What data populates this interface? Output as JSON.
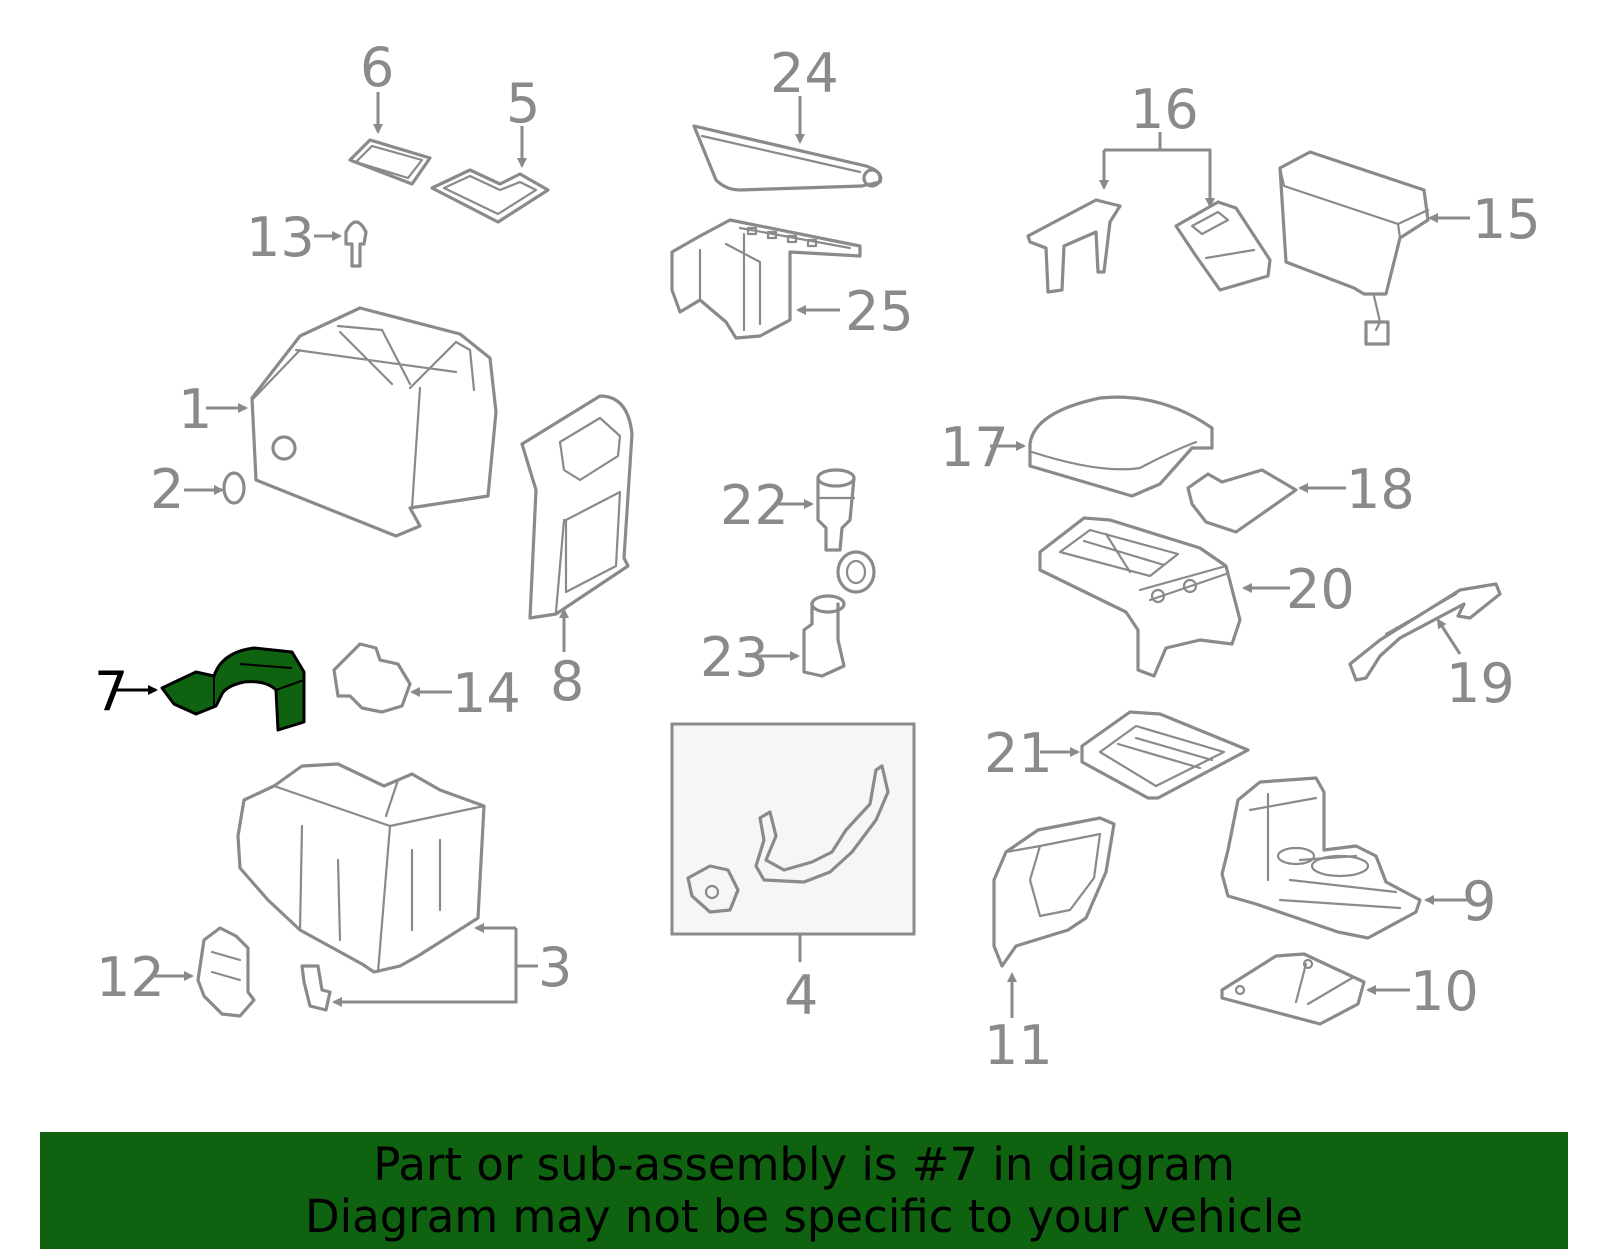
{
  "colors": {
    "line": "#8a8a8a",
    "highlight": "#0f620f",
    "highlight_label": "#000000",
    "banner_bg": "#0f620f",
    "banner_text": "#000000",
    "subassembly_box_fill": "#f6f6f6"
  },
  "highlighted_part": "7",
  "labels": {
    "p1": "1",
    "p2": "2",
    "p3": "3",
    "p4": "4",
    "p5": "5",
    "p6": "6",
    "p7": "7",
    "p8": "8",
    "p9": "9",
    "p10": "10",
    "p11": "11",
    "p12": "12",
    "p13": "13",
    "p14": "14",
    "p15": "15",
    "p16": "16",
    "p17": "17",
    "p18": "18",
    "p19": "19",
    "p20": "20",
    "p21": "21",
    "p22": "22",
    "p23": "23",
    "p24": "24",
    "p25": "25"
  },
  "banner": {
    "line1": "Part or sub-assembly is #7 in diagram",
    "line2": "Diagram may not be specific to your vehicle"
  }
}
